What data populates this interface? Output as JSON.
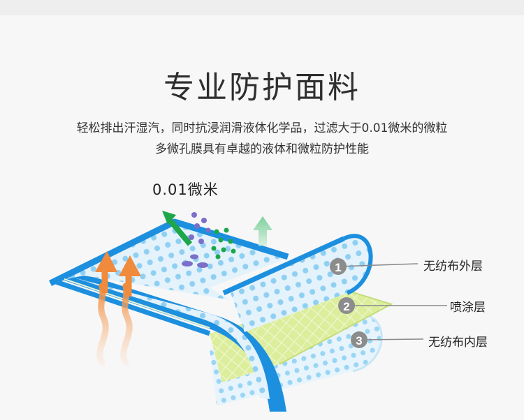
{
  "title": "专业防护面料",
  "subtitle_line1": "轻松排出汗湿汽，同时抗浸润滑液体化学品，过滤大于0.01微米的微粒",
  "subtitle_line2": "多微孔膜具有卓越的液体和微粒防护性能",
  "micron_label": "0.01微米",
  "layers": [
    {
      "number": "1",
      "label": "无纺布外层"
    },
    {
      "number": "2",
      "label": "喷涂层"
    },
    {
      "number": "3",
      "label": "无纺布内层"
    }
  ],
  "colors": {
    "fabric_blue": "#1d8fdf",
    "fabric_light": "#d8ecf8",
    "dot_blue": "#8fd0f2",
    "coating_green": "#d7ea8f",
    "arrow_orange": "#f08a3c",
    "particle_green": "#1ea64a",
    "droplet_purple": "#7b6fc9"
  }
}
